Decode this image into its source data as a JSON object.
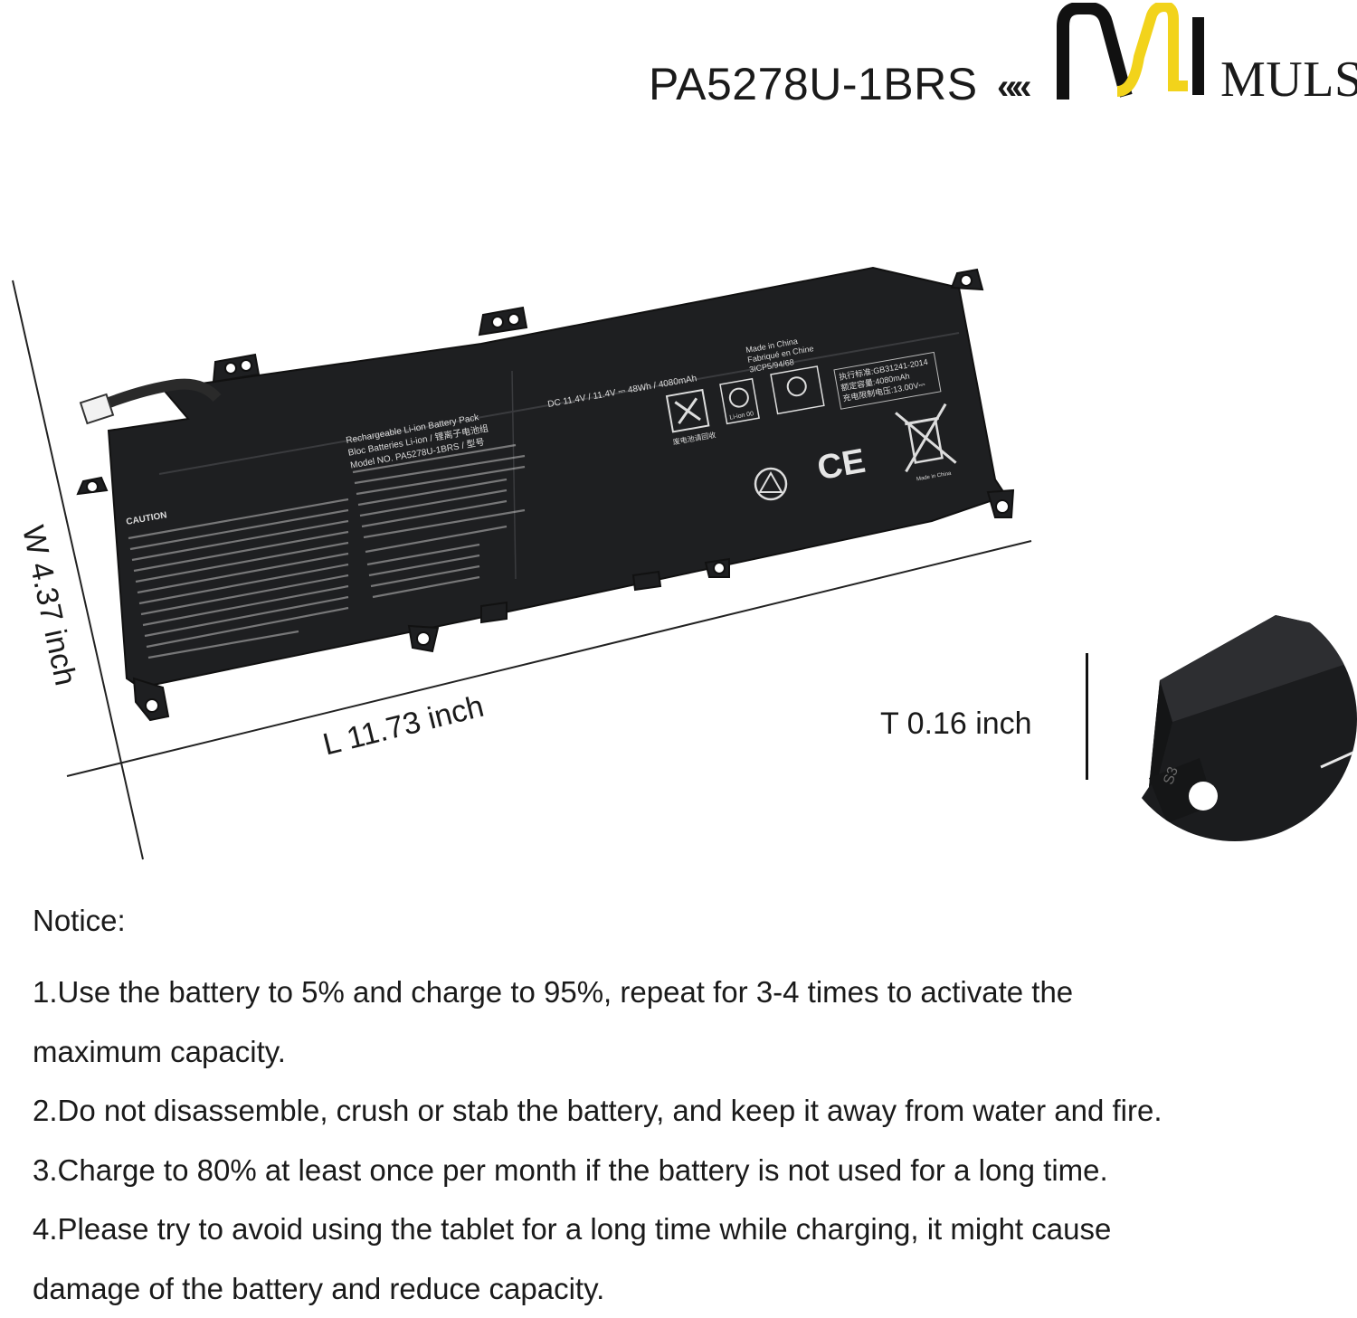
{
  "header": {
    "model": "PA5278U-1BRS",
    "chevrons": "«",
    "brand": "MULS"
  },
  "dimensions": {
    "width": "W 4.37 inch",
    "length": "L 11.73 inch",
    "thickness": "T 0.16 inch"
  },
  "battery_label": {
    "product_lines": [
      "Rechargeable Li-ion Battery Pack",
      "Bloc Batteries Li-ion / 锂离子电池组",
      "Model NO. PA5278U-1BRS / 型号"
    ],
    "rating": "DC 11.4V / 11.4V ⎓ 48Wh / 4080mAh",
    "origin_lines": [
      "Made in China",
      "Fabriqué en Chine",
      "3ICP5/94/68"
    ],
    "cn_lines": [
      "执行标准:GB31241-2014",
      "额定容量:4080mAh",
      "充电限制电压:13.00V⎓"
    ],
    "caution_title": "CAUTION",
    "ce_mark": "CE",
    "recycle_code": "Li-ion 00",
    "recycle_text": "废电池请回收",
    "bin_caption": "Made in China",
    "tab_code": "S3"
  },
  "notice": {
    "title": "Notice:",
    "items": [
      [
        "1.Use the battery to 5% and charge to 95%, repeat for 3-4 times to activate the",
        "maximum capacity."
      ],
      [
        "2.Do not disassemble, crush or stab the battery, and keep it away from water and fire."
      ],
      [
        "3.Charge to 80% at least once per month if the battery is not used for a long time."
      ],
      [
        "4.Please try to avoid using the tablet for a long time while charging, it might cause",
        "damage of the battery and reduce capacity."
      ]
    ]
  },
  "colors": {
    "brand_black": "#111111",
    "brand_yellow": "#f2d31b",
    "battery_body": "#1e1f21"
  }
}
